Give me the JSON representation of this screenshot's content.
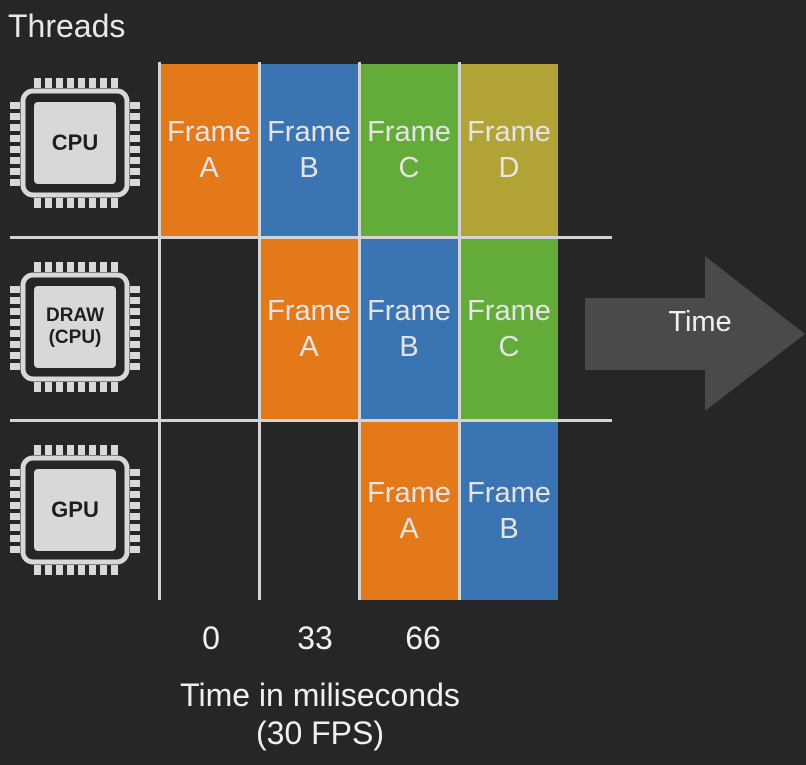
{
  "title": "Threads",
  "rows": [
    {
      "id": "cpu",
      "chip_label": "CPU"
    },
    {
      "id": "draw",
      "chip_label_lines": [
        "DRAW",
        "(CPU)"
      ]
    },
    {
      "id": "gpu",
      "chip_label": "GPU"
    }
  ],
  "frames": [
    {
      "row": 0,
      "col": 0,
      "word": "Frame",
      "letter": "A",
      "color": "#ff8518"
    },
    {
      "row": 0,
      "col": 1,
      "word": "Frame",
      "letter": "B",
      "color": "#3f7fc6"
    },
    {
      "row": 0,
      "col": 2,
      "word": "Frame",
      "letter": "C",
      "color": "#6dbf3c"
    },
    {
      "row": 0,
      "col": 3,
      "word": "Frame",
      "letter": "D",
      "color": "#c6b53a"
    },
    {
      "row": 1,
      "col": 1,
      "word": "Frame",
      "letter": "A",
      "color": "#ff8518"
    },
    {
      "row": 1,
      "col": 2,
      "word": "Frame",
      "letter": "B",
      "color": "#3f7fc6"
    },
    {
      "row": 1,
      "col": 3,
      "word": "Frame",
      "letter": "C",
      "color": "#6dbf3c"
    },
    {
      "row": 2,
      "col": 2,
      "word": "Frame",
      "letter": "A",
      "color": "#ff8518"
    },
    {
      "row": 2,
      "col": 3,
      "word": "Frame",
      "letter": "B",
      "color": "#3f7fc6"
    }
  ],
  "time_arrow_label": "Time",
  "ticks": [
    "0",
    "33",
    "66"
  ],
  "axis_title_lines": [
    "Time in miliseconds",
    "(30 FPS)"
  ],
  "colors": {
    "background": "#262626",
    "gridline": "#d4d4d4",
    "chip": "#d8d8d8",
    "arrow": "#4a4a4a"
  }
}
